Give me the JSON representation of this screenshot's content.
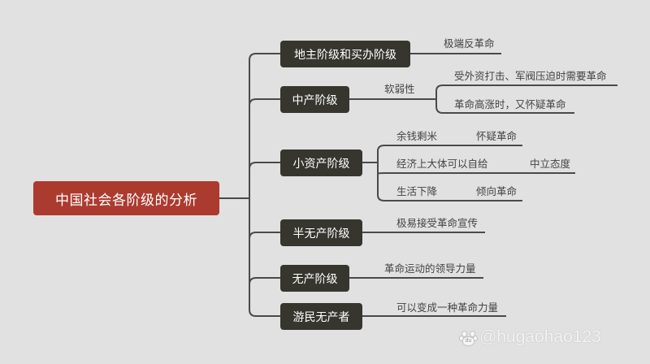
{
  "root": {
    "label": "中国社会各阶级的分析",
    "color": "#ab3b2e"
  },
  "branch_color": "#36362f",
  "branches": [
    {
      "label": "地主阶级和买办阶级",
      "children": [
        {
          "label": "极端反革命"
        }
      ]
    },
    {
      "label": "中产阶级",
      "attribute": "软弱性",
      "children": [
        {
          "label": "受外资打击、军阀压迫时需要革命"
        },
        {
          "label": "革命高涨时，又怀疑革命"
        }
      ]
    },
    {
      "label": "小资产阶级",
      "children": [
        {
          "label": "余钱剩米",
          "result": "怀疑革命"
        },
        {
          "label": "经济上大体可以自给",
          "result": "中立态度"
        },
        {
          "label": "生活下降",
          "result": "倾向革命"
        }
      ]
    },
    {
      "label": "半无产阶级",
      "children": [
        {
          "label": "极易接受革命宣传"
        }
      ]
    },
    {
      "label": "无产阶级",
      "children": [
        {
          "label": "革命运动的领导力量"
        }
      ]
    },
    {
      "label": "游民无产者",
      "children": [
        {
          "label": "可以变成一种革命力量"
        }
      ]
    }
  ],
  "watermark": {
    "icon": "baidu-paw-icon",
    "icon_text": "du",
    "text": "@hugaohao123"
  }
}
